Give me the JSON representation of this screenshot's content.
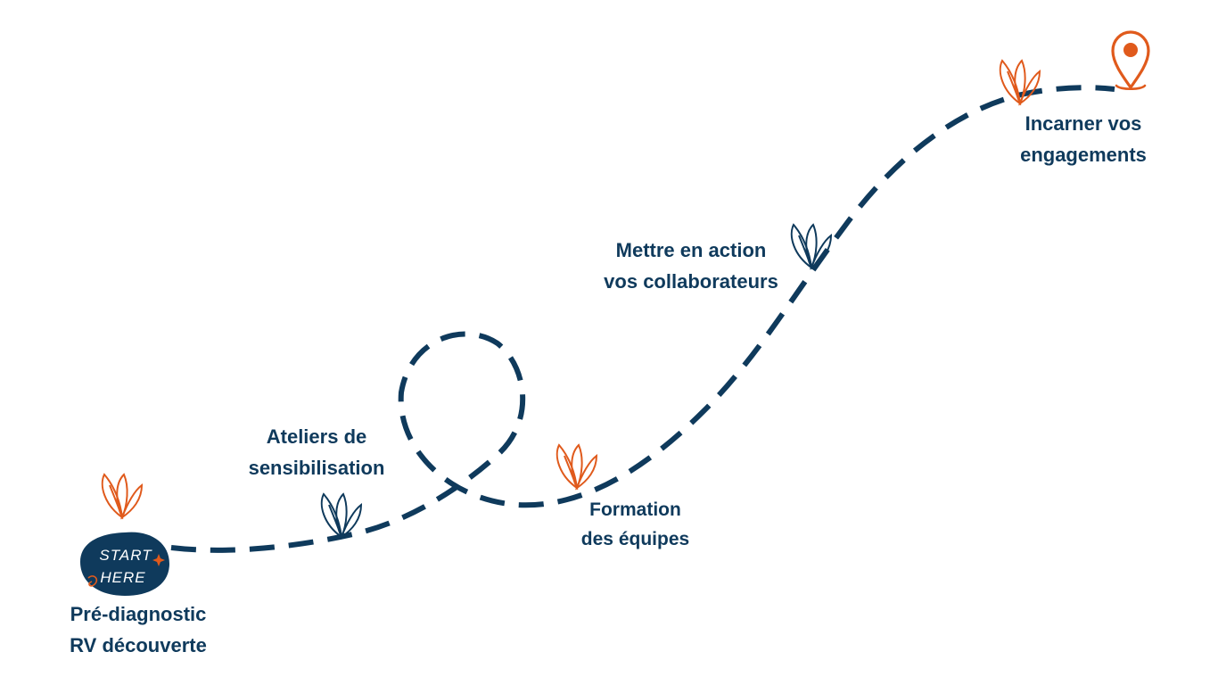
{
  "colors": {
    "navy": "#0f3a5c",
    "orange": "#e05a1c",
    "background": "#ffffff"
  },
  "badge": {
    "line1": "START",
    "line2": "HERE"
  },
  "steps": [
    {
      "line1": "Pré-diagnostic",
      "line2": "RV découverte",
      "leaf_color": "orange"
    },
    {
      "line1": "Ateliers de",
      "line2": "sensibilisation",
      "leaf_color": "navy"
    },
    {
      "line1": "Formation",
      "line2": "des équipes",
      "leaf_color": "orange"
    },
    {
      "line1": "Mettre en action",
      "line2": "vos collaborateurs",
      "leaf_color": "navy"
    },
    {
      "line1": "Incarner vos",
      "line2": "engagements",
      "leaf_color": "orange"
    }
  ],
  "icons": {
    "start": "start-here-badge",
    "end": "location-pin-icon",
    "marker": "leaf-sprout-icon"
  }
}
